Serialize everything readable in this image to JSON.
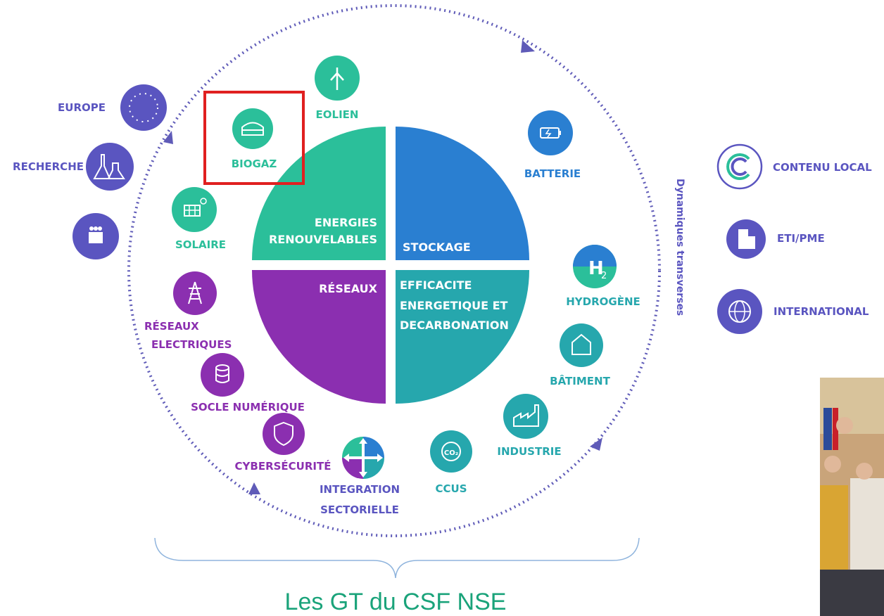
{
  "colors": {
    "green": "#2bbf9a",
    "blue": "#2a7fd1",
    "purple": "#8b2fb0",
    "teal": "#26a7ad",
    "violet": "#5a55c0",
    "dots": "#5f5bb8",
    "highlight": "#e02020",
    "caption": "#1aa37a"
  },
  "quadrants": {
    "energies": [
      "ENERGIES",
      "RENOUVELABLES"
    ],
    "stockage": "STOCKAGE",
    "reseaux": "RÉSEAUX",
    "efficacite": [
      "EFFICACITE",
      "ENERGETIQUE ET",
      "DECARBONATION"
    ]
  },
  "left_items": {
    "europe": "EUROPE",
    "recherche": "RECHERCHE"
  },
  "ring_items": {
    "eolien": "EOLIEN",
    "biogaz": "BIOGAZ",
    "solaire": "SOLAIRE",
    "batterie": "BATTERIE",
    "hydrogene": "HYDROGÈNE",
    "hydrogene_icon": "H",
    "hydrogene_sub": "2",
    "batiment": "BÂTIMENT",
    "industrie": "INDUSTRIE",
    "ccus": "CCUS",
    "integration": [
      "INTEGRATION",
      "SECTORIELLE"
    ],
    "cybersecurite": "CYBERSÉCURITÉ",
    "socle": "SOCLE NUMÉRIQUE",
    "reseaux_elec": [
      "RÉSEAUX",
      "ELECTRIQUES"
    ]
  },
  "side_label": "Dynamiques transverses",
  "right_items": {
    "contenu": "CONTENU LOCAL",
    "eti": "ETI/PME",
    "international": "INTERNATIONAL"
  },
  "caption": "Les GT du CSF NSE"
}
